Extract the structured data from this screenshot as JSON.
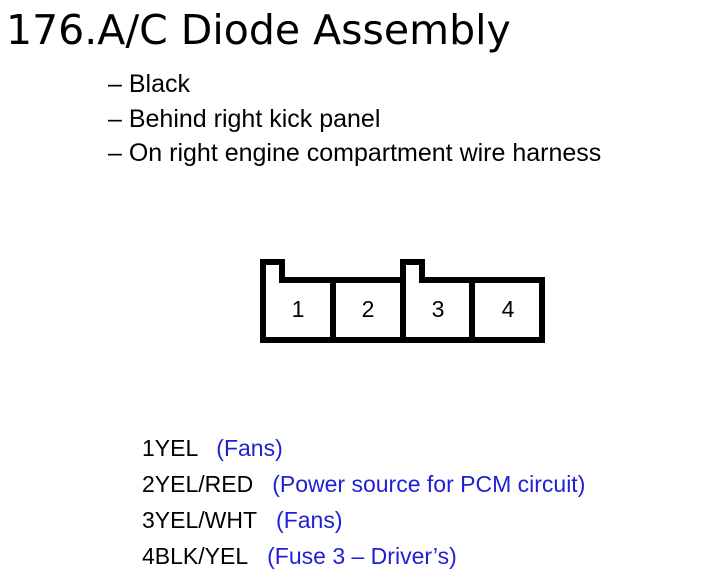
{
  "title": "176.A/C Diode Assembly",
  "locations": [
    "– Black",
    "– Behind right kick panel",
    "– On right engine compartment wire harness"
  ],
  "connector": {
    "terminals": [
      "1",
      "2",
      "3",
      "4"
    ]
  },
  "pins": [
    {
      "number": "1",
      "wire": "YEL",
      "desc": "(Fans)"
    },
    {
      "number": "2",
      "wire": "YEL/RED",
      "desc": "(Power source for PCM circuit)"
    },
    {
      "number": "3",
      "wire": "YEL/WHT",
      "desc": "(Fans)"
    },
    {
      "number": "4",
      "wire": "BLK/YEL",
      "desc": "(Fuse 3 – Driver’s)"
    }
  ],
  "colors": {
    "description": "#1f1fd6",
    "text": "#000000"
  }
}
